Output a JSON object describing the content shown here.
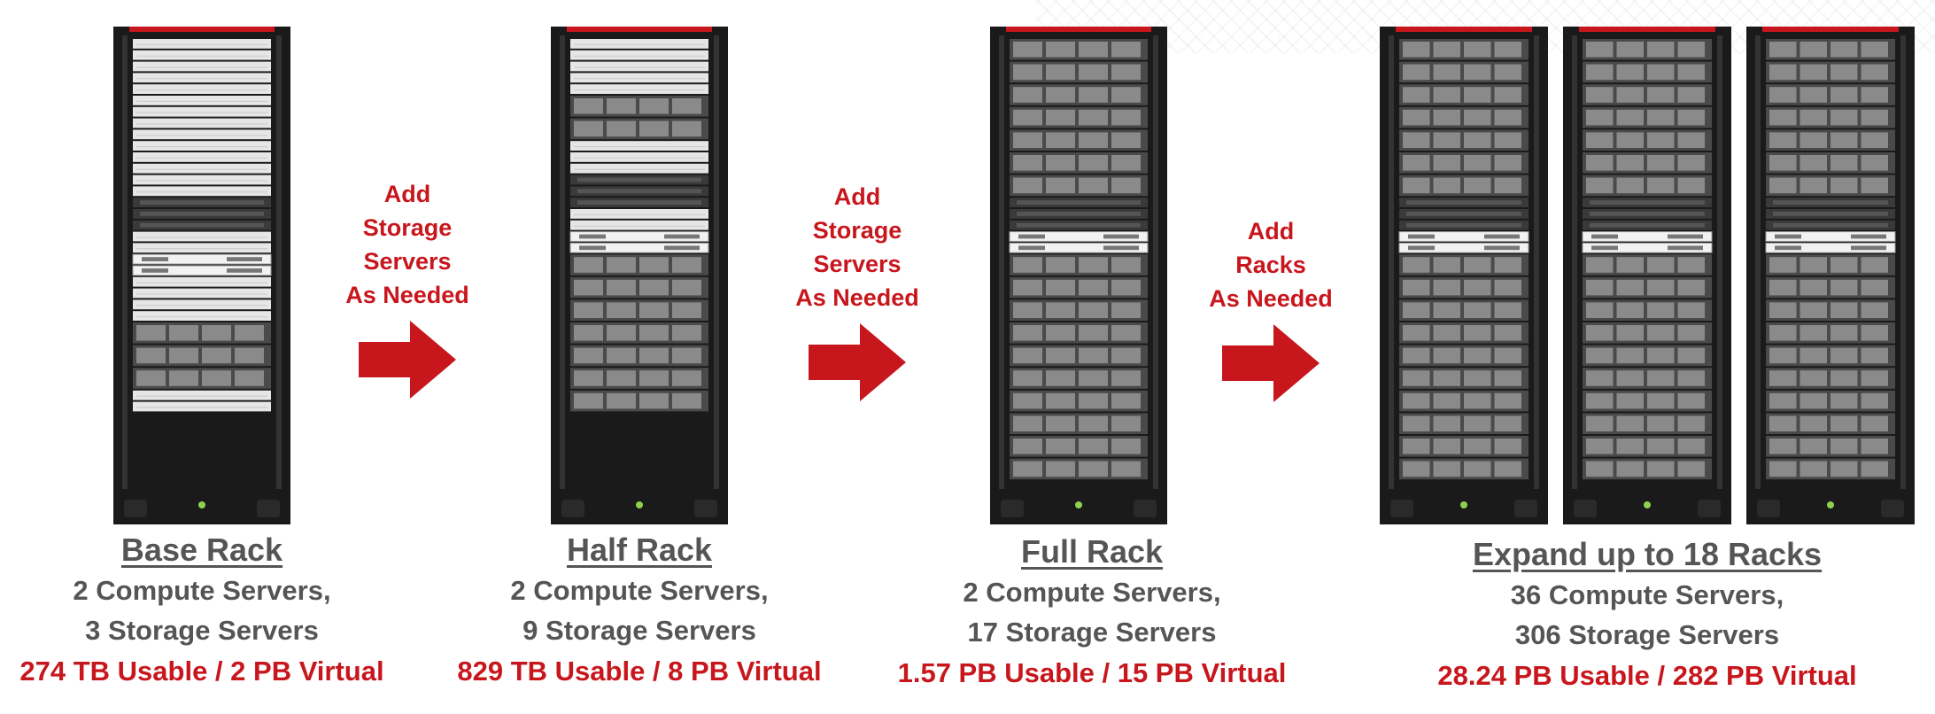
{
  "stages": [
    {
      "title": "Base Rack",
      "compute": "2 Compute Servers,",
      "storage": "3 Storage Servers",
      "capacity": "274 TB Usable / 2 PB Virtual"
    },
    {
      "title": "Half Rack",
      "compute": "2 Compute Servers,",
      "storage": "9 Storage Servers",
      "capacity": "829 TB Usable / 8 PB Virtual"
    },
    {
      "title": "Full Rack",
      "compute": "2 Compute Servers,",
      "storage": "17 Storage Servers",
      "capacity": "1.57 PB Usable / 15 PB Virtual"
    },
    {
      "title": "Expand up to 18 Racks",
      "compute": "36 Compute Servers,",
      "storage": "306 Storage Servers",
      "capacity": "28.24 PB Usable / 282 PB Virtual"
    }
  ],
  "arrows": [
    {
      "label": "Add\nStorage\nServers\nAs Needed"
    },
    {
      "label": "Add\nStorage\nServers\nAs Needed"
    },
    {
      "label": "Add\nRacks\nAs Needed"
    }
  ],
  "colors": {
    "accent": "#c8161d",
    "caption_gray": "#555555",
    "rack_frame": "#1a1a1a",
    "empty_slot": "#e6e6e6",
    "storage_server": "#4a4a4a"
  }
}
